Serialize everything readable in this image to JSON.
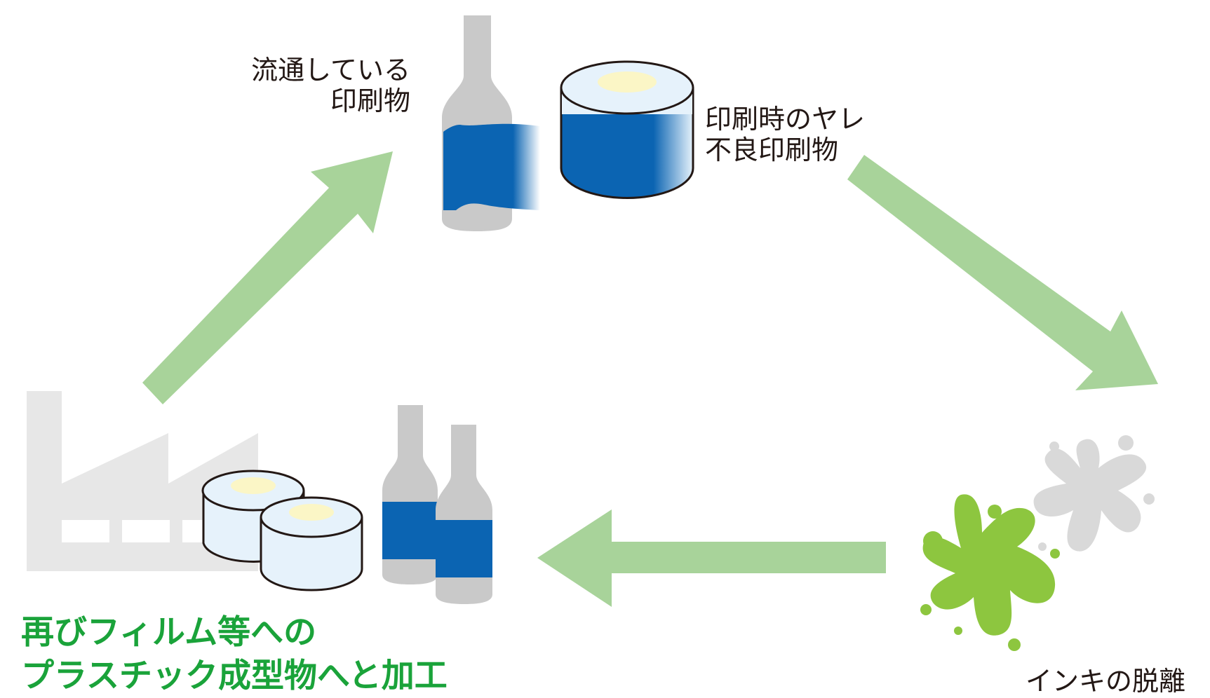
{
  "labels": {
    "circulating": {
      "line1": "流通している",
      "line2": "印刷物"
    },
    "defective": {
      "line1": "印刷時のヤレ",
      "line2": "不良印刷物"
    },
    "deink": "インキの脱離",
    "reprocess": {
      "line1": "再びフィルム等への",
      "line2": "プラスチック成型物へと加工"
    }
  },
  "icons": {
    "factory": "factory-icon",
    "bottle": "bottle-icon",
    "film_roll": "film-roll-icon",
    "ink_splash": "ink-splash-icon",
    "arrow": "arrow-icon"
  },
  "colors": {
    "arrow": "#a8d39a",
    "label_blue": "#0b64b2",
    "bottle_gray": "#c9c9c9",
    "factory_gray": "#e7e7e7",
    "roll_light": "#e6f2fb",
    "roll_center": "#fbf6c6",
    "splash_green": "#8dc63f",
    "splash_gray": "#d9d9d9",
    "accent_text": "#1aa33a",
    "text": "#231815"
  }
}
